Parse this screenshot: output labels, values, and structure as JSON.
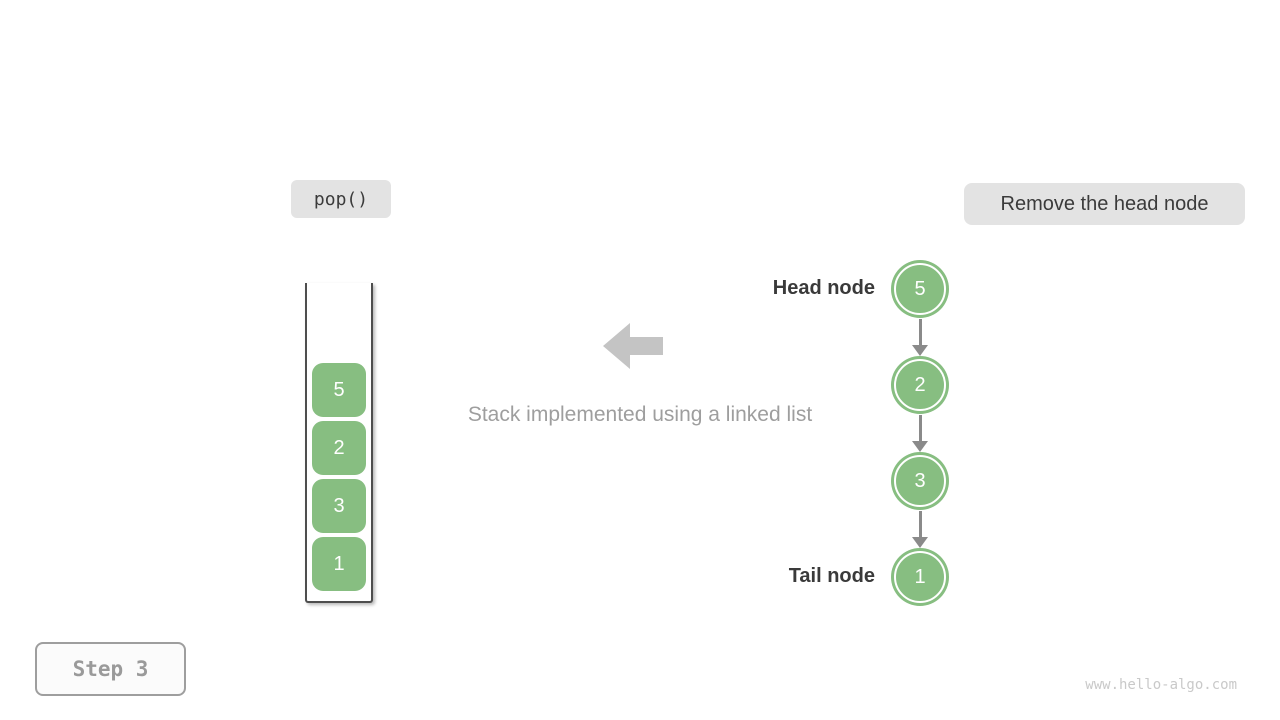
{
  "labels": {
    "operation": "pop()",
    "description": "Remove the head node",
    "caption": "Stack implemented using a linked list",
    "head_node": "Head node",
    "tail_node": "Tail node",
    "step": "Step 3",
    "watermark": "www.hello-algo.com"
  },
  "stack": {
    "items": [
      "5",
      "2",
      "3",
      "1"
    ]
  },
  "linked_list": {
    "nodes": [
      "5",
      "2",
      "3",
      "1"
    ]
  },
  "colors": {
    "node_green": "#87be81",
    "node_text": "#ffffff",
    "label_background": "#e3e3e3",
    "label_text": "#3b3b3b",
    "caption_text": "#9e9e9e",
    "connector_arrow": "#8a8a8a",
    "big_arrow": "#c4c4c4",
    "step_text": "#9a9a9a",
    "watermark_text": "#c9c9c9"
  }
}
